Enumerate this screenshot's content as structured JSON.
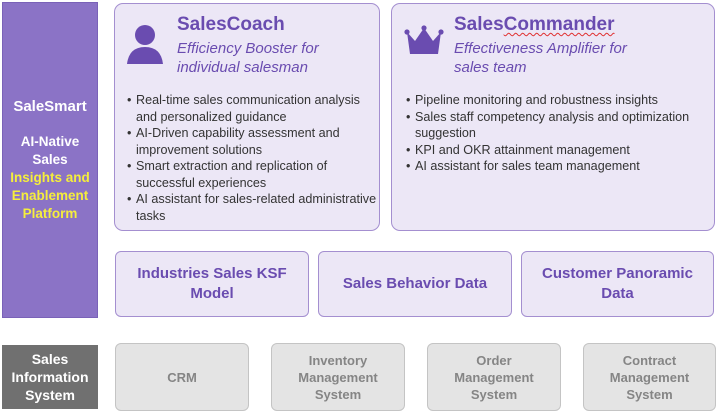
{
  "sidebar": {
    "brand": "SaleSmart",
    "lines": [
      "AI-Native",
      "Sales"
    ],
    "highlight_lines": [
      "Insights and",
      "Enablement",
      "Platform"
    ]
  },
  "coach": {
    "icon": "person-icon",
    "title": "SalesCoach",
    "subtitle_lines": [
      "Efficiency Booster for",
      "individual salesman"
    ],
    "bullets": [
      "Real-time sales communication analysis and personalized guidance",
      "AI-Driven capability assessment and improvement solutions",
      "Smart extraction and replication of successful experiences",
      "AI assistant for sales-related administrative tasks"
    ]
  },
  "commander": {
    "icon": "crown-icon",
    "title_prefix": "Sales",
    "title_suffix": "Commander",
    "subtitle_lines": [
      "Effectiveness Amplifier for",
      "sales team"
    ],
    "bullets": [
      "Pipeline monitoring and robustness insights",
      "Sales staff competency analysis and optimization suggestion",
      "KPI and OKR attainment management",
      "AI assistant for sales team management"
    ]
  },
  "data_layer": [
    [
      "Industries Sales KSF",
      "Model"
    ],
    [
      "Sales Behavior Data"
    ],
    [
      "Customer Panoramic",
      "Data"
    ]
  ],
  "sales_info_system": [
    "Sales",
    "Information",
    "System"
  ],
  "systems": [
    [
      "CRM"
    ],
    [
      "Inventory",
      "Management",
      "System"
    ],
    [
      "Order",
      "Management",
      "System"
    ],
    [
      "Contract",
      "Management",
      "System"
    ]
  ],
  "colors": {
    "purple_fill": "#8b73c6",
    "card_fill": "#ece7f6",
    "accent_text": "#6a4cb0",
    "highlight_yellow": "#f5ee3c",
    "gray_fill": "#707070",
    "system_fill": "#e4e4e4"
  }
}
